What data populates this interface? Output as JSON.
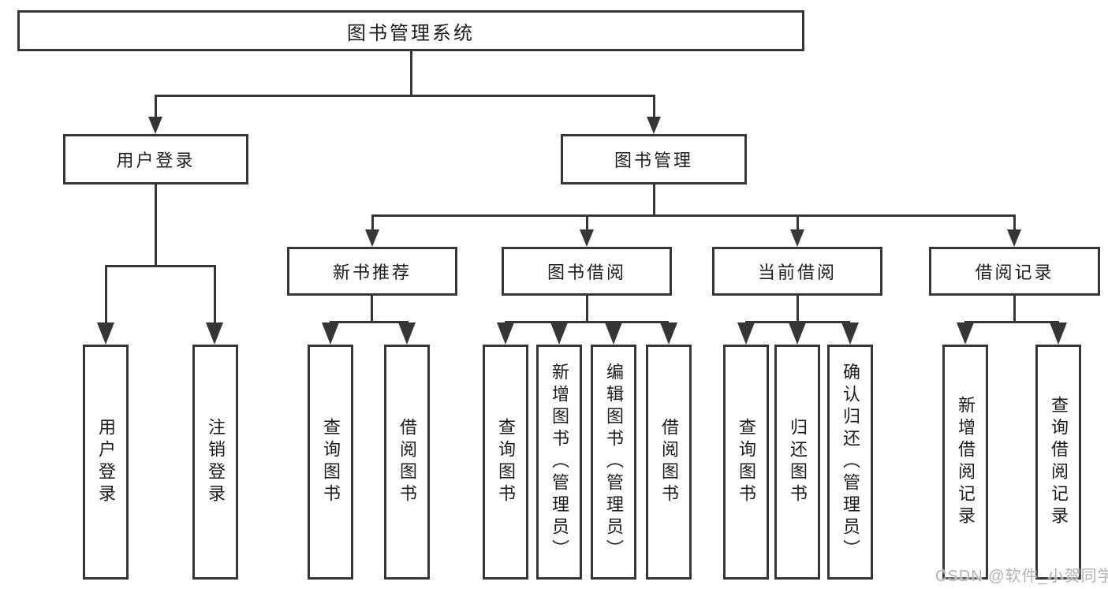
{
  "root": {
    "label": "图书管理系统"
  },
  "level1": {
    "user_login": {
      "label": "用户登录"
    },
    "book_management": {
      "label": "图书管理"
    }
  },
  "user_login_children": [
    {
      "label": "用户登录"
    },
    {
      "label": "注销登录"
    }
  ],
  "level2": [
    {
      "label": "新书推荐",
      "children": [
        {
          "label": "查询图书"
        },
        {
          "label": "借阅图书"
        }
      ]
    },
    {
      "label": "图书借阅",
      "children": [
        {
          "label": "查询图书"
        },
        {
          "label": "新增图书（管理员）"
        },
        {
          "label": "编辑图书（管理员）"
        },
        {
          "label": "借阅图书"
        }
      ]
    },
    {
      "label": "当前借阅",
      "children": [
        {
          "label": "查询图书"
        },
        {
          "label": "归还图书"
        },
        {
          "label": "确认归还（管理员）"
        }
      ]
    },
    {
      "label": "借阅记录",
      "children": [
        {
          "label": "新增借阅记录"
        },
        {
          "label": "查询借阅记录"
        }
      ]
    }
  ],
  "watermark": "CSDN @软件_小贺同学",
  "colors": {
    "line": "#363636",
    "box_border": "#363636",
    "box_fill": "#ffffff",
    "text": "#1c1c1c",
    "watermark": "#b2b2b2"
  }
}
